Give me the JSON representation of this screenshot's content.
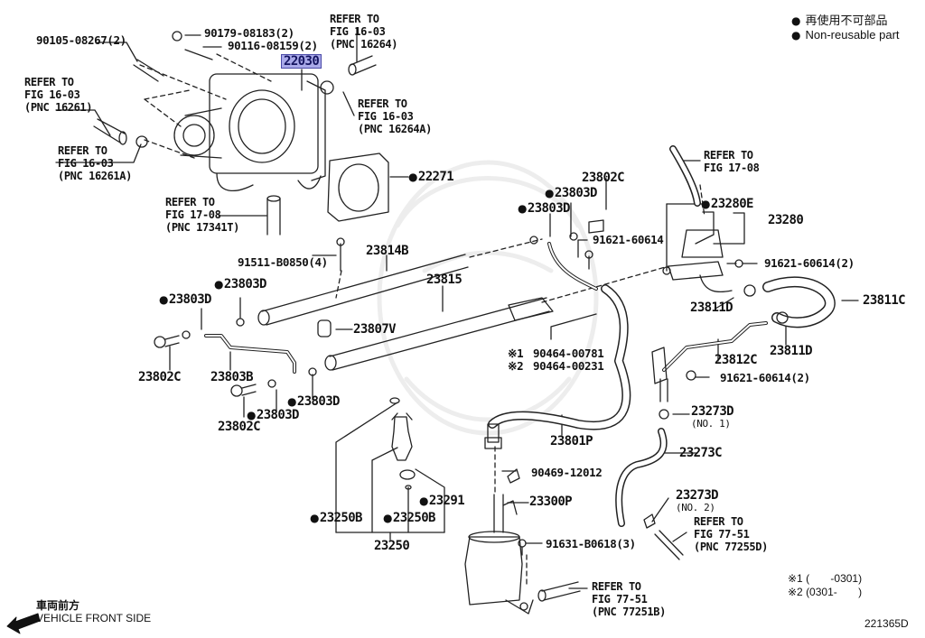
{
  "legend": {
    "items": [
      {
        "symbol": "●",
        "text": "再使用不可部品"
      },
      {
        "symbol": "●",
        "text": "Non-reusable part"
      }
    ]
  },
  "highlight_color": "#a9a9e9",
  "parts": {
    "p90105": "90105-08267(2)",
    "p90179": "90179-08183(2)",
    "p90116": "90116-08159(2)",
    "p22030": "22030",
    "p22271": "22271",
    "p91511": "91511-B0850(4)",
    "p23814b": "23814B",
    "p23815": "23815",
    "p23807v": "23807V",
    "p23803d_a": "23803D",
    "p23803d_b": "23803D",
    "p23803d_c": "23803D",
    "p23803d_d": "23803D",
    "p23803d_e": "23803D",
    "p23803d_f": "23803D",
    "p23802c_a": "23802C",
    "p23802c_b": "23802C",
    "p23802c_c": "23802C",
    "p23803b": "23803B",
    "p91621_a": "91621-60614",
    "p91621_b": "91621-60614(2)",
    "p91621_c": "91621-60614(2)",
    "p23280e": "23280E",
    "p23280": "23280",
    "p23811c": "23811C",
    "p23811d_a": "23811D",
    "p23811d_b": "23811D",
    "p23812c": "23812C",
    "p90464_1": "90464-00781",
    "p90464_2": "90464-00231",
    "mark1": "※1",
    "mark2": "※2",
    "p23801p": "23801P",
    "p23273d_1": "23273D",
    "p23273d_1_note": "(NO. 1)",
    "p23273c": "23273C",
    "p23273d_2": "23273D",
    "p23273d_2_note": "(NO. 2)",
    "p90469": "90469-12012",
    "p23300p": "23300P",
    "p91631": "91631-B0618(3)",
    "p23291": "23291",
    "p23250b_a": "23250B",
    "p23250b_b": "23250B",
    "p23250": "23250"
  },
  "refs": {
    "r16264": [
      "REFER TO",
      "FIG 16-03",
      "(PNC 16264)"
    ],
    "r16261": [
      "REFER TO",
      "FIG 16-03",
      "(PNC 16261)"
    ],
    "r16264a": [
      "REFER TO",
      "FIG 16-03",
      "(PNC 16264A)"
    ],
    "r16261a": [
      "REFER TO",
      "FIG 16-03",
      "(PNC 16261A)"
    ],
    "r17341t": [
      "REFER TO",
      "FIG 17-08",
      "(PNC 17341T)"
    ],
    "r1708": [
      "REFER TO",
      "FIG 17-08"
    ],
    "r77255d": [
      "REFER TO",
      "FIG 77-51",
      "(PNC 77255D)"
    ],
    "r77251b": [
      "REFER TO",
      "FIG 77-51",
      "(PNC 77251B)"
    ]
  },
  "front": {
    "jp": "車両前方",
    "en": "VEHICLE FRONT SIDE"
  },
  "notes": {
    "n1": "※1 (       -0301)",
    "n2": "※2 (0301-       )"
  },
  "figure_id": "221365D"
}
